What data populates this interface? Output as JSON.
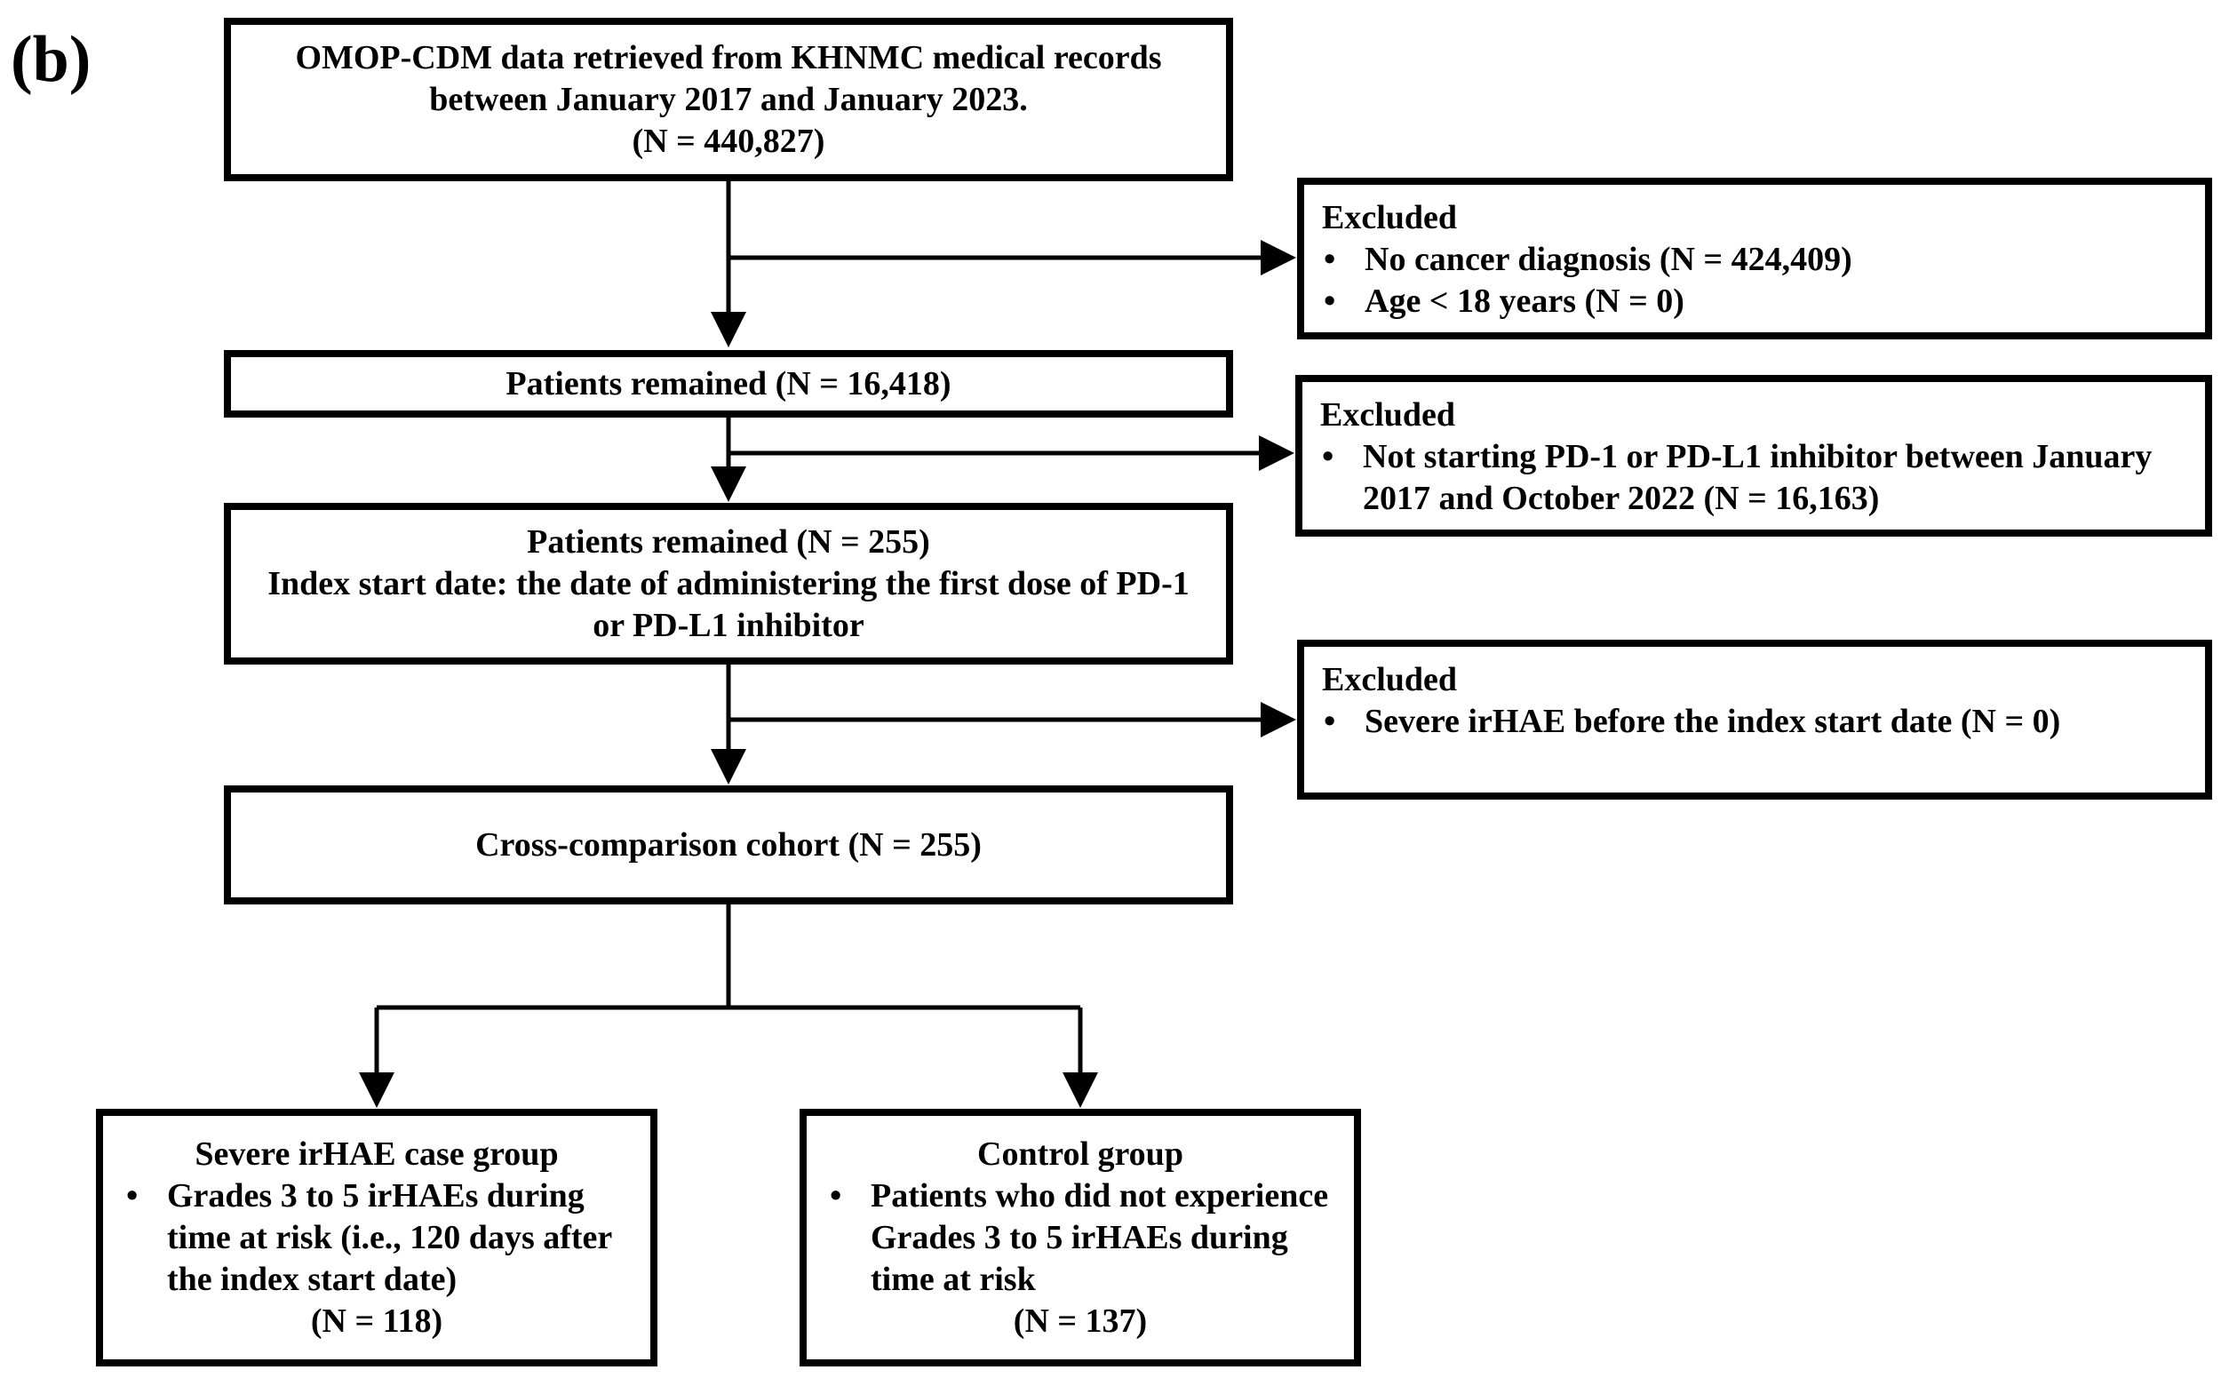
{
  "panel_label": "(b)",
  "main_flow": {
    "source": {
      "lines": [
        "OMOP-CDM data retrieved from KHNMC medical records",
        "between January 2017 and January 2023."
      ],
      "count": "(N = 440,827)"
    },
    "step1": {
      "text": "Patients remained (N = 16,418)"
    },
    "step2": {
      "lines": [
        "Patients remained (N = 255)",
        "Index start date: the date of administering the first dose of PD-1",
        "or PD-L1 inhibitor"
      ]
    },
    "cohort": {
      "text": "Cross-comparison cohort (N = 255)"
    }
  },
  "exclusions": [
    {
      "heading": "Excluded",
      "bullets": [
        "No cancer diagnosis (N = 424,409)",
        "Age < 18 years (N = 0)"
      ]
    },
    {
      "heading": "Excluded",
      "bullets": [
        "Not starting PD-1 or PD-L1 inhibitor between January 2017 and October 2022 (N = 16,163)"
      ]
    },
    {
      "heading": "Excluded",
      "bullets": [
        "Severe irHAE before the index start date (N = 0)"
      ]
    }
  ],
  "groups": {
    "case": {
      "title": "Severe irHAE case group",
      "bullet": "Grades 3 to 5 irHAEs during time at risk (i.e., 120 days after the index start date)",
      "count": "(N = 118)"
    },
    "control": {
      "title": "Control group",
      "bullet": "Patients who did not experience Grades 3 to 5 irHAEs during time at risk",
      "count": "(N = 137)"
    }
  }
}
